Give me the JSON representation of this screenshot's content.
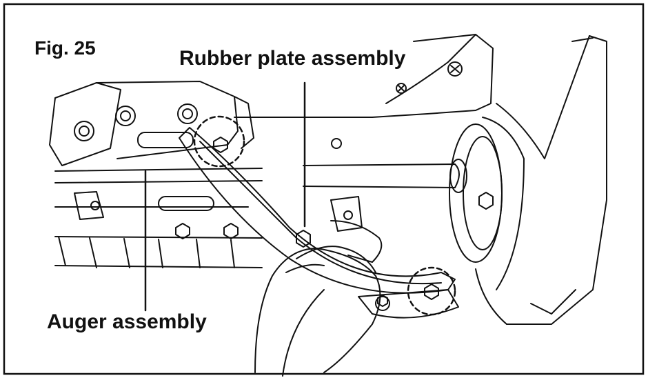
{
  "figure": {
    "number_label": "Fig. 25",
    "callouts": {
      "rubber_plate": "Rubber plate assembly",
      "auger": "Auger assembly"
    },
    "colors": {
      "line": "#111111",
      "paper": "#ffffff"
    }
  }
}
